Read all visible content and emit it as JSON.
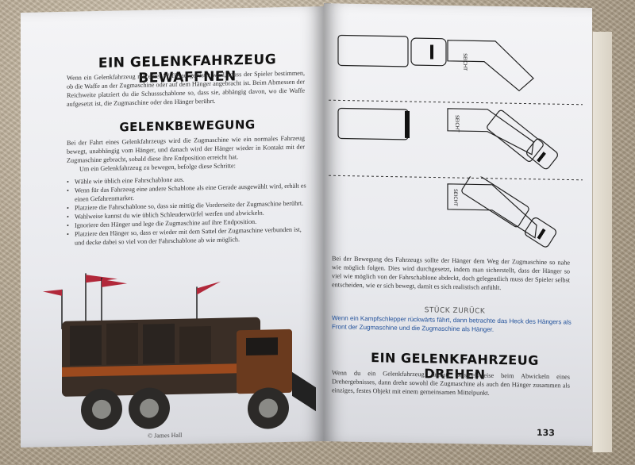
{
  "left_page": {
    "title": "EIN GELENKFAHRZEUG BEWAFFNEN",
    "intro": "Wenn ein Gelenkfahrzeug mit einer Waffe ausgerüstet wird, muss der Spieler bestimmen, ob die Waffe an der Zugmaschine oder auf dem Hänger angebracht ist. Beim Abmessen der Reichweite platziert du die Schussschablone so, dass sie, abhängig davon, wo die Waffe aufgesetzt ist, die Zugmaschine oder den Hänger berührt.",
    "subtitle": "GELENKBEWEGUNG",
    "movement_text": "Bei der Fahrt eines Gelenkfahrzeugs wird die Zugmaschine wie ein normales Fahrzeug bewegt, unabhängig vom Hänger, und danach wird der Hänger wieder in Kontakt mit der Zugmaschine gebracht, sobald diese ihre Endposition erreicht hat.",
    "steps_intro": "Um ein Gelenkfahrzeug zu bewegen, befolge diese Schritte:",
    "steps": [
      "Wähle wie üblich eine Fahrschablone aus.",
      "Wenn für das Fahrzeug eine andere Schablone als eine Gerade ausgewählt wird, erhält es einen Gefahrenmarker.",
      "Platziere die Fahrschablone so, dass sie mittig die Vorderseite der Zugmaschine berührt.",
      "Wahlweise kannst du wie üblich Schleuderwürfel werfen und abwickeln.",
      "Ignoriere den Hänger und lege die Zugmaschine auf ihre Endposition.",
      "Platziere den Hänger so, dass er wieder mit dem Sattel der Zugmaschine verbunden ist, und decke dabei so viel von der Fahrschablone ab wie möglich."
    ],
    "credit": "© James Hall"
  },
  "right_page": {
    "template_label": "SEICHT",
    "follow_text": "Bei der Bewegung des Fahrzeugs sollte der Hänger dem Weg der Zugmaschine so nahe wie möglich folgen. Dies wird durchgesetzt, indem man sicherstellt, dass der Hänger so viel wie möglich von der Fahrschablone abdeckt, doch gelegentlich muss der Spieler selbst entscheiden, wie er sich bewegt, damit es sich realistisch anfühlt.",
    "box_title": "STÜCK ZURÜCK",
    "box_text": "Wenn ein Kampfschlepper rückwärts fährt, dann betrachte das Heck des Hängers als Front der Zugmaschine und die Zugmaschine als Hänger.",
    "title": "EIN GELENKFAHRZEUG DREHEN",
    "turn_text": "Wenn du ein Gelenkfahrzeug drehst, beispielsweise beim Abwickeln eines Drehergebnisses, dann drehe sowohl die Zugmaschine als auch den Hänger zusammen als einziges, festes Objekt mit einem gemeinsamen Mittelpunkt.",
    "page_number": "133"
  },
  "colors": {
    "blue_text": "#1f4f9a",
    "flag_red": "#b1283a",
    "rust": "#9c4a1e"
  }
}
